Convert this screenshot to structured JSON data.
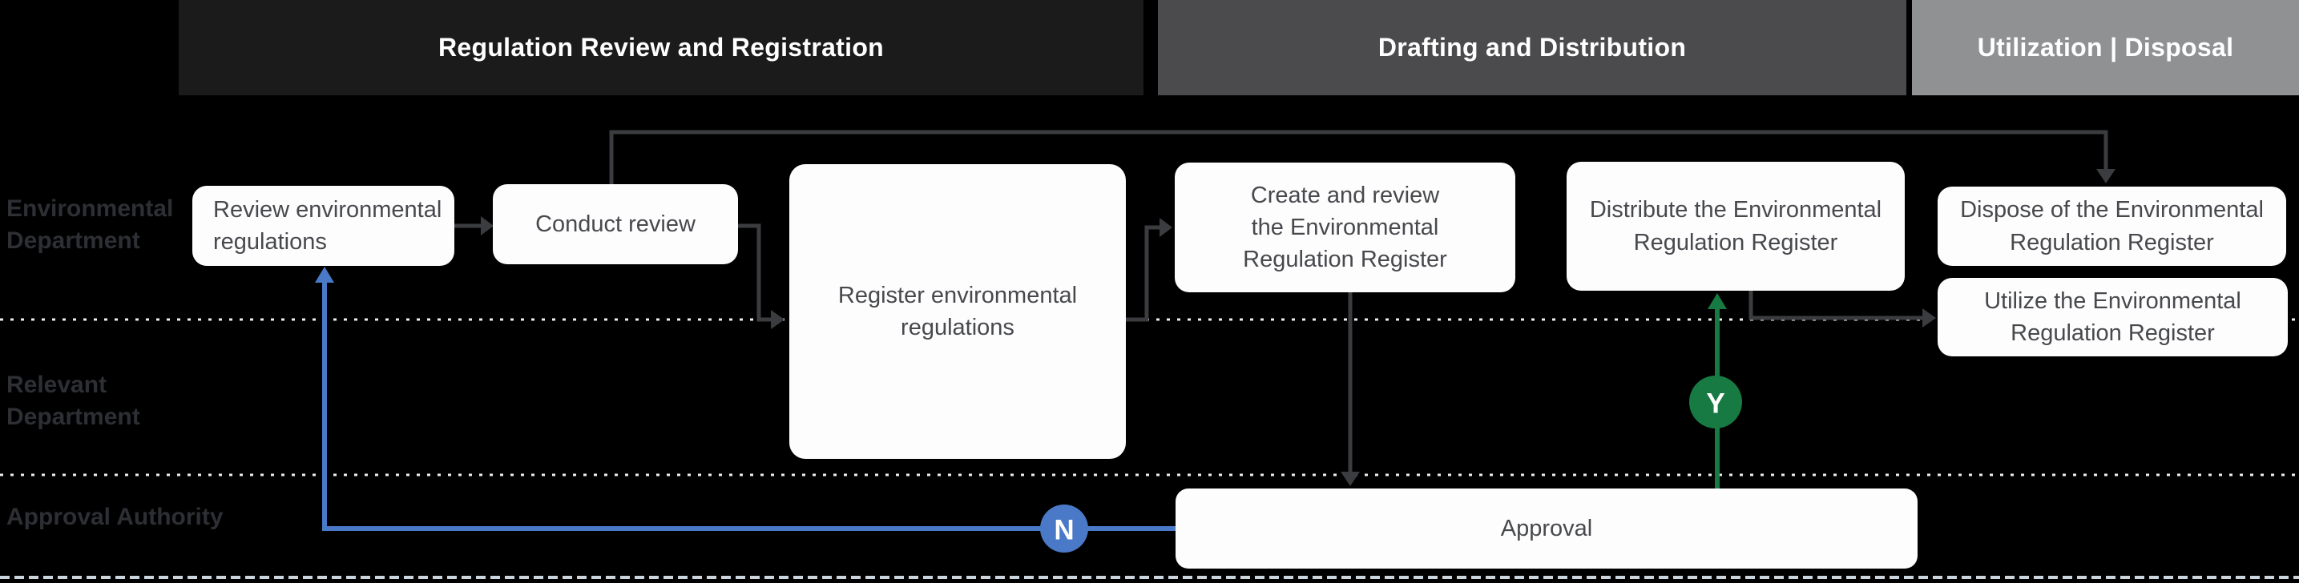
{
  "phases": [
    {
      "label": "Regulation Review and Registration"
    },
    {
      "label": "Drafting and Distribution"
    },
    {
      "label": "Utilization | Disposal"
    }
  ],
  "lanes": [
    {
      "label": "Environmental\nDepartment"
    },
    {
      "label": "Relevant\nDepartment"
    },
    {
      "label": "Approval Authority"
    }
  ],
  "nodes": {
    "review": {
      "label": "Review environmental\nregulations"
    },
    "conduct": {
      "label": "Conduct review"
    },
    "register": {
      "label": "Register environmental\nregulations"
    },
    "create": {
      "label": "Create and review\nthe Environmental\nRegulation Register"
    },
    "distribute": {
      "label": "Distribute the Environmental\nRegulation Register"
    },
    "dispose": {
      "label": "Dispose of the Environmental\nRegulation Register"
    },
    "utilize": {
      "label": "Utilize the Environmental\nRegulation Register"
    },
    "approval": {
      "label": "Approval"
    }
  },
  "decisions": {
    "yes": {
      "label": "Y",
      "color": "#187a43"
    },
    "no": {
      "label": "N",
      "color": "#4a7ac7"
    }
  },
  "colors": {
    "background": "#000000",
    "phase1_bg": "#1b1b1c",
    "phase2_bg": "#4b4b4d",
    "phase3_bg": "#909193",
    "header_text": "#ffffff",
    "box_bg": "#fdfdfe",
    "box_text": "#48494d",
    "lane_label": "#2d2f34",
    "connector_dark": "#3b3c3f",
    "connector_blue": "#4a7ac7",
    "connector_green": "#187a43",
    "divider": "#eceef0",
    "bottom_line": "#ccd4dc"
  }
}
